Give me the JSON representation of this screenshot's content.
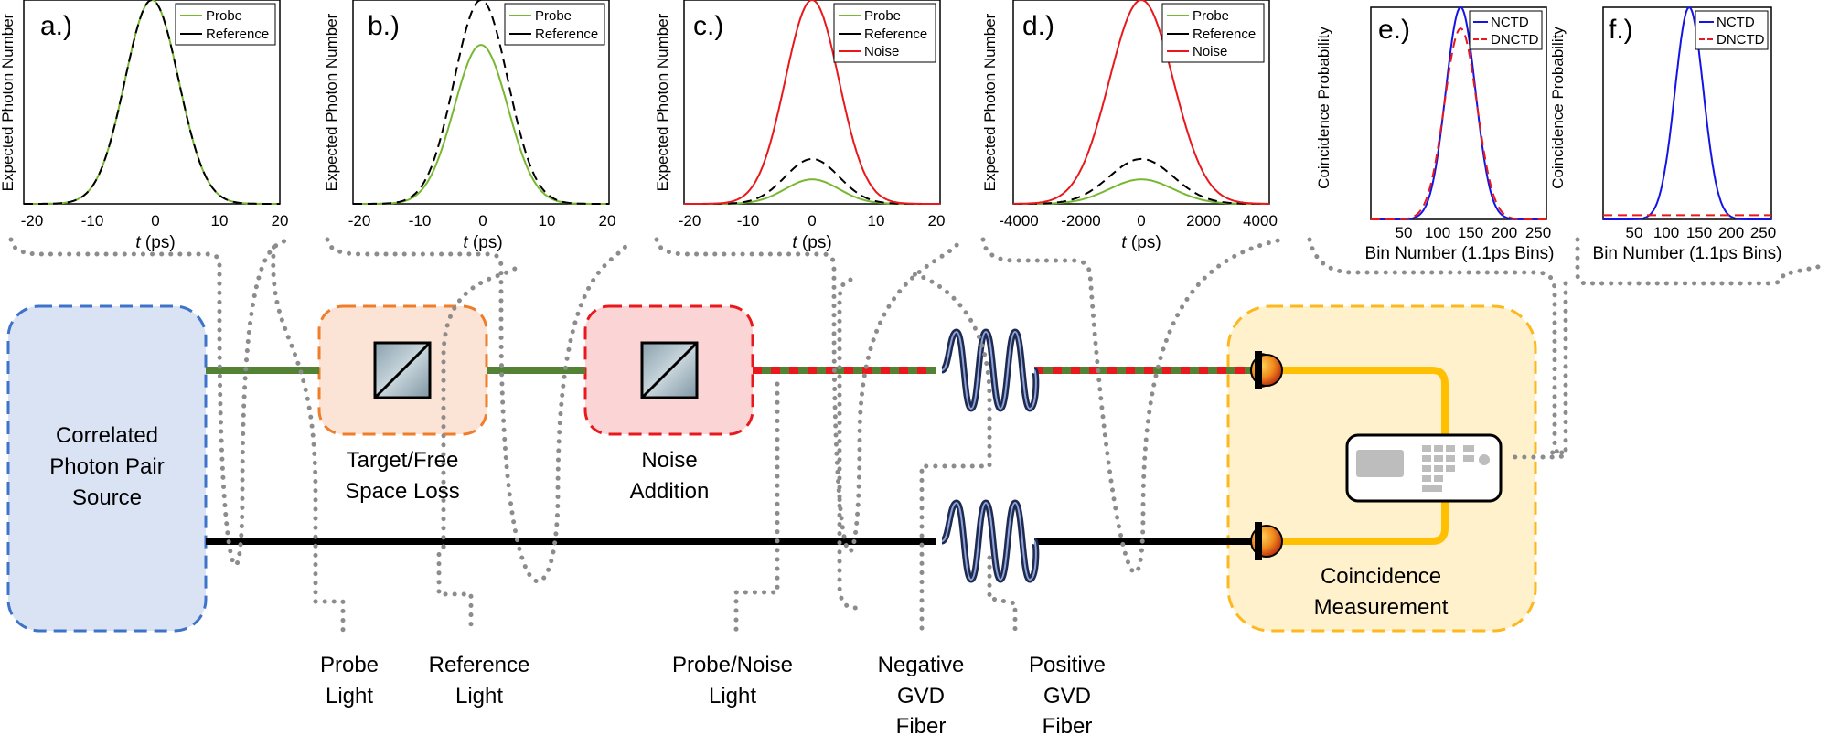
{
  "colors": {
    "probe": "#77b830",
    "reference": "#000000",
    "noise": "#e8181c",
    "nctd": "#1414e6",
    "dnctd": "#e8181c",
    "dotted": "#8c8c8c",
    "source_fill": "#dae3f3",
    "source_border": "#3d73c8",
    "target_fill": "#fbe3d5",
    "target_border": "#ef7d2a",
    "noise_fill": "#fbd5d5",
    "noise_border": "#e8181c",
    "coinc_fill": "#fef1cc",
    "coinc_border": "#fcb81e",
    "probe_fiber": "#548235",
    "coax": "#fec000",
    "coil": "#1f2a50"
  },
  "icons": [
    "beamsplitter-icon",
    "fiber-coil-icon",
    "detector-icon",
    "tdc-instrument-icon"
  ],
  "panels": {
    "a": {
      "letter": "a.)",
      "ylabel": "Expected Photon Number",
      "xlabel_italic": "t",
      "xlabel_rest": " (ps)",
      "xticks": [
        "-20",
        "-10",
        "0",
        "10",
        "20"
      ],
      "legend": [
        "Probe",
        "Reference"
      ]
    },
    "b": {
      "letter": "b.)",
      "ylabel": "Expected Photon Number",
      "xlabel_italic": "t",
      "xlabel_rest": " (ps)",
      "xticks": [
        "-20",
        "-10",
        "0",
        "10",
        "20"
      ],
      "legend": [
        "Probe",
        "Reference"
      ]
    },
    "c": {
      "letter": "c.)",
      "ylabel": "Expected Photon Number",
      "xlabel_italic": "t",
      "xlabel_rest": " (ps)",
      "xticks": [
        "-20",
        "-10",
        "0",
        "10",
        "20"
      ],
      "legend": [
        "Probe",
        "Reference",
        "Noise"
      ]
    },
    "d": {
      "letter": "d.)",
      "ylabel": "Expected Photon Number",
      "xlabel_italic": "t",
      "xlabel_rest": " (ps)",
      "xticks": [
        "-4000",
        "-2000",
        "0",
        "2000",
        "4000"
      ],
      "legend": [
        "Probe",
        "Reference",
        "Noise"
      ]
    },
    "e": {
      "letter": "e.)",
      "ylabel": "Coincidence Probability",
      "xlabel": "Bin Number (1.1ps Bins)",
      "xticks": [
        "50",
        "100",
        "150",
        "200",
        "250"
      ],
      "legend": [
        "NCTD",
        "DNCTD"
      ]
    },
    "f": {
      "letter": "f.)",
      "ylabel": "Coincidence Probability",
      "xlabel": "Bin Number (1.1ps Bins)",
      "xticks": [
        "50",
        "100",
        "150",
        "200",
        "250"
      ],
      "legend": [
        "NCTD",
        "DNCTD"
      ]
    }
  },
  "chart_data": [
    {
      "panel": "a",
      "type": "line",
      "x_range": [
        -20,
        20
      ],
      "y_range": [
        0,
        1
      ],
      "series": [
        {
          "name": "Probe",
          "center": 0,
          "sigma": 4.2,
          "peak": 1.0,
          "style": "solid"
        },
        {
          "name": "Reference",
          "center": 0,
          "sigma": 4.2,
          "peak": 1.0,
          "style": "dashed"
        }
      ]
    },
    {
      "panel": "b",
      "type": "line",
      "x_range": [
        -20,
        20
      ],
      "y_range": [
        0,
        1
      ],
      "series": [
        {
          "name": "Probe",
          "center": 0,
          "sigma": 4.2,
          "peak": 0.78,
          "style": "solid"
        },
        {
          "name": "Reference",
          "center": 0,
          "sigma": 4.2,
          "peak": 1.0,
          "style": "dashed"
        }
      ]
    },
    {
      "panel": "c",
      "type": "line",
      "x_range": [
        -20,
        20
      ],
      "y_range": [
        0,
        1
      ],
      "series": [
        {
          "name": "Probe",
          "center": 0,
          "sigma": 4.2,
          "peak": 0.12,
          "style": "solid"
        },
        {
          "name": "Reference",
          "center": 0,
          "sigma": 4.2,
          "peak": 0.22,
          "style": "dashed"
        },
        {
          "name": "Noise",
          "center": 0,
          "sigma": 4.2,
          "peak": 1.0,
          "style": "solid"
        }
      ]
    },
    {
      "panel": "d",
      "type": "line",
      "x_range": [
        -4200,
        4200
      ],
      "y_range": [
        0,
        1
      ],
      "series": [
        {
          "name": "Probe",
          "center": 0,
          "sigma": 1050,
          "peak": 0.12,
          "style": "solid"
        },
        {
          "name": "Reference",
          "center": 0,
          "sigma": 1050,
          "peak": 0.22,
          "style": "dashed"
        },
        {
          "name": "Noise",
          "center": 0,
          "sigma": 1050,
          "peak": 1.0,
          "style": "solid"
        }
      ]
    },
    {
      "panel": "e",
      "type": "line",
      "x_range": [
        0,
        260
      ],
      "y_range": [
        0,
        1
      ],
      "series": [
        {
          "name": "NCTD",
          "center": 133,
          "sigma": 22,
          "peak": 1.0,
          "style": "solid"
        },
        {
          "name": "DNCTD",
          "center": 133,
          "sigma": 24,
          "peak": 0.9,
          "style": "dashed"
        }
      ]
    },
    {
      "panel": "f",
      "type": "line",
      "x_range": [
        0,
        260
      ],
      "y_range": [
        0,
        1
      ],
      "series": [
        {
          "name": "NCTD",
          "center": 133,
          "sigma": 22,
          "peak": 1.0,
          "style": "solid"
        },
        {
          "name": "DNCTD",
          "center": 133,
          "sigma": 22,
          "peak": 0.0,
          "offset": 0.02,
          "style": "dashed"
        }
      ]
    }
  ],
  "diagram": {
    "source_label": [
      "Correlated",
      "Photon Pair",
      "Source"
    ],
    "target_label": [
      "Target/Free",
      "Space Loss"
    ],
    "noise_label": [
      "Noise",
      "Addition"
    ],
    "coinc_label": [
      "Coincidence",
      "Measurement"
    ],
    "bottom_labels": {
      "probe": [
        "Probe",
        "Light"
      ],
      "reference": [
        "Reference",
        "Light"
      ],
      "probe_noise": [
        "Probe/Noise",
        "Light"
      ],
      "neg_gvd": [
        "Negative",
        "GVD",
        "Fiber"
      ],
      "pos_gvd": [
        "Positive",
        "GVD",
        "Fiber"
      ]
    }
  }
}
